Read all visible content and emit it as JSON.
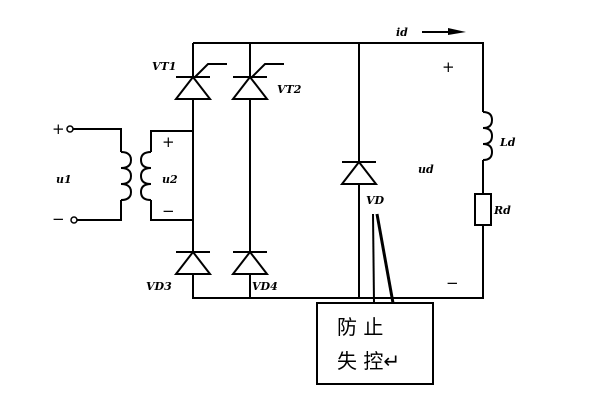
{
  "title": "Single-phase half-controlled bridge rectifier with freewheeling diode",
  "labels": {
    "input_voltage": "u1",
    "secondary_voltage": "u2",
    "thyristor_1": "VT1",
    "thyristor_2": "VT2",
    "diode_3": "VD3",
    "diode_4": "VD4",
    "freewheel_diode": "VD",
    "load_current": "id",
    "load_voltage": "ud",
    "inductor": "Ld",
    "resistor": "Rd"
  },
  "signs": {
    "input_plus": "+",
    "input_minus": "−",
    "secondary_plus": "+",
    "secondary_minus": "−",
    "load_plus": "+",
    "load_minus": "−"
  },
  "callout": {
    "line1": "防  止",
    "line2": "失  控↵"
  }
}
